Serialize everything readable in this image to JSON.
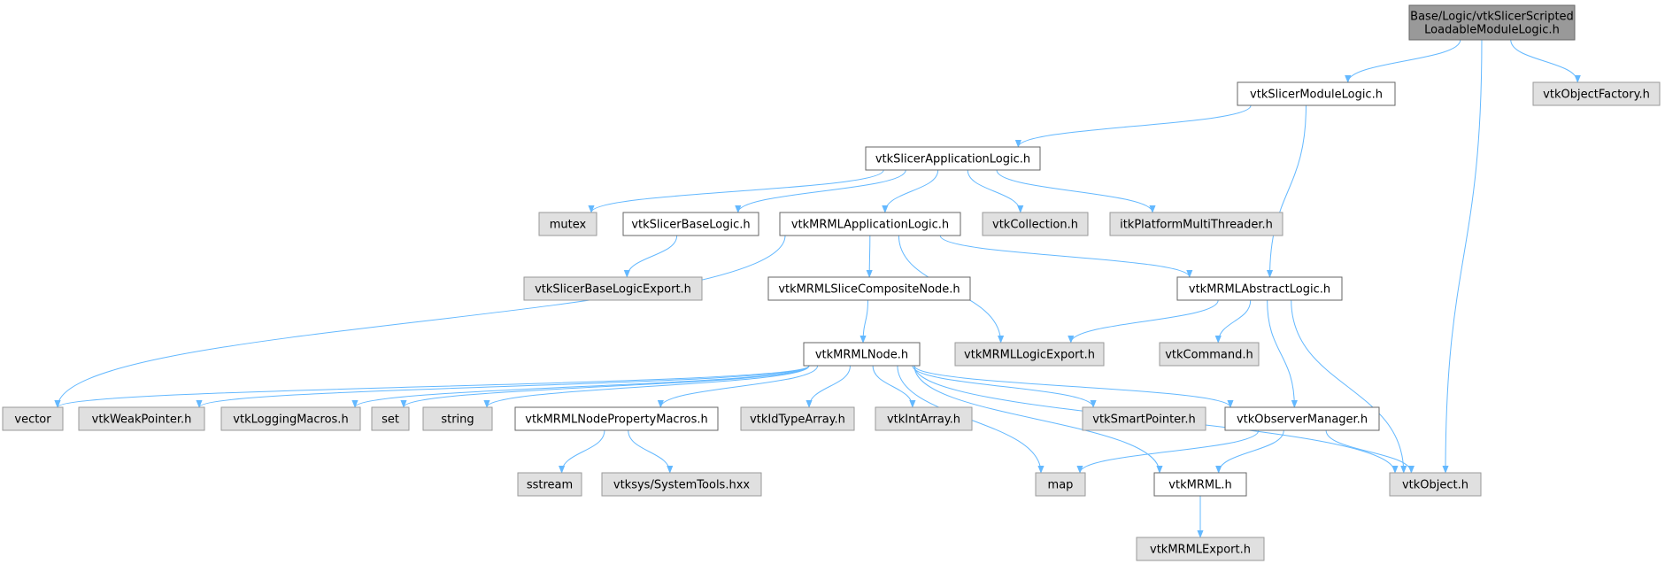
{
  "colors": {
    "root_fill": "#999999",
    "root_stroke": "#666666",
    "documented_fill": "#ffffff",
    "documented_stroke": "#666666",
    "external_fill": "#e0e0e0",
    "external_stroke": "#999999",
    "edge": "#63b8ff"
  },
  "nodes": [
    {
      "id": "root",
      "kind": "root",
      "lines": [
        "Base/Logic/vtkSlicerScripted",
        "LoadableModuleLogic.h"
      ]
    },
    {
      "id": "moduleLogic",
      "kind": "documented",
      "lines": [
        "vtkSlicerModuleLogic.h"
      ]
    },
    {
      "id": "objectFactory",
      "kind": "external",
      "lines": [
        "vtkObjectFactory.h"
      ]
    },
    {
      "id": "appLogic",
      "kind": "documented",
      "lines": [
        "vtkSlicerApplicationLogic.h"
      ]
    },
    {
      "id": "mutex",
      "kind": "external",
      "lines": [
        "mutex"
      ]
    },
    {
      "id": "baseLogic",
      "kind": "documented",
      "lines": [
        "vtkSlicerBaseLogic.h"
      ]
    },
    {
      "id": "mrmlAppLogic",
      "kind": "documented",
      "lines": [
        "vtkMRMLApplicationLogic.h"
      ]
    },
    {
      "id": "collection",
      "kind": "external",
      "lines": [
        "vtkCollection.h"
      ]
    },
    {
      "id": "itkThreader",
      "kind": "external",
      "lines": [
        "itkPlatformMultiThreader.h"
      ]
    },
    {
      "id": "baseLogicExport",
      "kind": "external",
      "lines": [
        "vtkSlicerBaseLogicExport.h"
      ]
    },
    {
      "id": "sliceComposite",
      "kind": "documented",
      "lines": [
        "vtkMRMLSliceCompositeNode.h"
      ]
    },
    {
      "id": "abstractLogic",
      "kind": "documented",
      "lines": [
        "vtkMRMLAbstractLogic.h"
      ]
    },
    {
      "id": "mrmlNode",
      "kind": "documented",
      "lines": [
        "vtkMRMLNode.h"
      ]
    },
    {
      "id": "logicExport",
      "kind": "external",
      "lines": [
        "vtkMRMLLogicExport.h"
      ]
    },
    {
      "id": "command",
      "kind": "external",
      "lines": [
        "vtkCommand.h"
      ]
    },
    {
      "id": "vector",
      "kind": "external",
      "lines": [
        "vector"
      ]
    },
    {
      "id": "weakPointer",
      "kind": "external",
      "lines": [
        "vtkWeakPointer.h"
      ]
    },
    {
      "id": "loggingMacros",
      "kind": "external",
      "lines": [
        "vtkLoggingMacros.h"
      ]
    },
    {
      "id": "set",
      "kind": "external",
      "lines": [
        "set"
      ]
    },
    {
      "id": "string",
      "kind": "external",
      "lines": [
        "string"
      ]
    },
    {
      "id": "propertyMacros",
      "kind": "documented",
      "lines": [
        "vtkMRMLNodePropertyMacros.h"
      ]
    },
    {
      "id": "idTypeArray",
      "kind": "external",
      "lines": [
        "vtkIdTypeArray.h"
      ]
    },
    {
      "id": "intArray",
      "kind": "external",
      "lines": [
        "vtkIntArray.h"
      ]
    },
    {
      "id": "smartPointer",
      "kind": "external",
      "lines": [
        "vtkSmartPointer.h"
      ]
    },
    {
      "id": "observerManager",
      "kind": "documented",
      "lines": [
        "vtkObserverManager.h"
      ]
    },
    {
      "id": "sstream",
      "kind": "external",
      "lines": [
        "sstream"
      ]
    },
    {
      "id": "systemTools",
      "kind": "external",
      "lines": [
        "vtksys/SystemTools.hxx"
      ]
    },
    {
      "id": "map",
      "kind": "external",
      "lines": [
        "map"
      ]
    },
    {
      "id": "vtkMRML",
      "kind": "documented",
      "lines": [
        "vtkMRML.h"
      ]
    },
    {
      "id": "vtkObject",
      "kind": "external",
      "lines": [
        "vtkObject.h"
      ]
    },
    {
      "id": "mrmlExport",
      "kind": "external",
      "lines": [
        "vtkMRMLExport.h"
      ]
    }
  ],
  "edges": [
    [
      "root",
      "moduleLogic"
    ],
    [
      "root",
      "objectFactory"
    ],
    [
      "root",
      "vtkObject"
    ],
    [
      "moduleLogic",
      "appLogic"
    ],
    [
      "moduleLogic",
      "abstractLogic"
    ],
    [
      "appLogic",
      "mutex"
    ],
    [
      "appLogic",
      "baseLogic"
    ],
    [
      "appLogic",
      "mrmlAppLogic"
    ],
    [
      "appLogic",
      "collection"
    ],
    [
      "appLogic",
      "itkThreader"
    ],
    [
      "baseLogic",
      "baseLogicExport"
    ],
    [
      "mrmlAppLogic",
      "vector"
    ],
    [
      "mrmlAppLogic",
      "sliceComposite"
    ],
    [
      "mrmlAppLogic",
      "logicExport"
    ],
    [
      "mrmlAppLogic",
      "abstractLogic"
    ],
    [
      "sliceComposite",
      "mrmlNode"
    ],
    [
      "abstractLogic",
      "logicExport"
    ],
    [
      "abstractLogic",
      "command"
    ],
    [
      "abstractLogic",
      "observerManager"
    ],
    [
      "abstractLogic",
      "vtkObject"
    ],
    [
      "mrmlNode",
      "vector"
    ],
    [
      "mrmlNode",
      "weakPointer"
    ],
    [
      "mrmlNode",
      "loggingMacros"
    ],
    [
      "mrmlNode",
      "set"
    ],
    [
      "mrmlNode",
      "string"
    ],
    [
      "mrmlNode",
      "propertyMacros"
    ],
    [
      "mrmlNode",
      "idTypeArray"
    ],
    [
      "mrmlNode",
      "intArray"
    ],
    [
      "mrmlNode",
      "map"
    ],
    [
      "mrmlNode",
      "smartPointer"
    ],
    [
      "mrmlNode",
      "observerManager"
    ],
    [
      "mrmlNode",
      "vtkMRML"
    ],
    [
      "mrmlNode",
      "vtkObject"
    ],
    [
      "propertyMacros",
      "sstream"
    ],
    [
      "propertyMacros",
      "systemTools"
    ],
    [
      "observerManager",
      "map"
    ],
    [
      "observerManager",
      "vtkMRML"
    ],
    [
      "observerManager",
      "vtkObject"
    ],
    [
      "vtkMRML",
      "mrmlExport"
    ]
  ]
}
